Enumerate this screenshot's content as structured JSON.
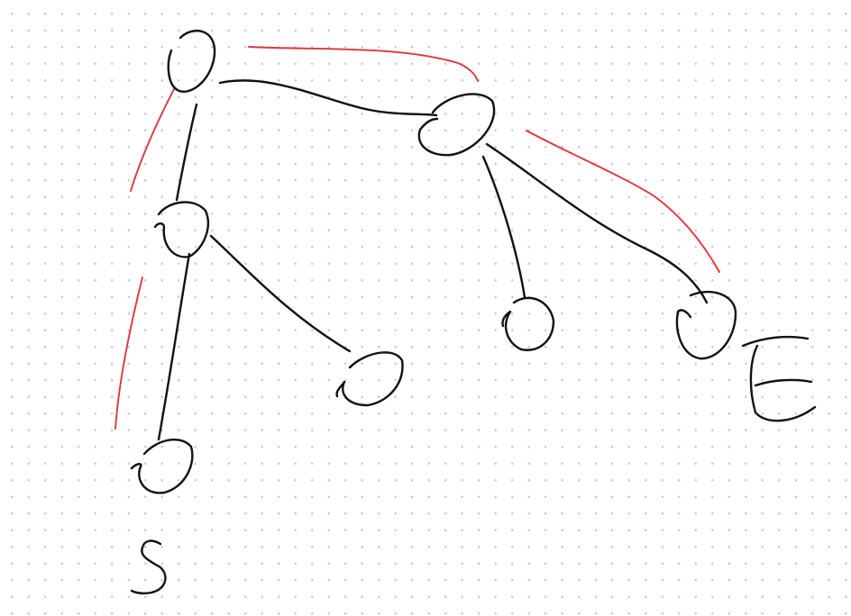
{
  "diagram": {
    "colors": {
      "background": "#ffffff",
      "grid_dot": "#c9c9c9",
      "ink": "#111111",
      "highlight": "#e0353f"
    },
    "nodes": [
      {
        "id": "root"
      },
      {
        "id": "right-child"
      },
      {
        "id": "left-child"
      },
      {
        "id": "left-left-leaf"
      },
      {
        "id": "left-right-leaf"
      },
      {
        "id": "right-left-leaf"
      },
      {
        "id": "right-right-leaf"
      }
    ],
    "edges": [
      {
        "from": "root",
        "to": "right-child"
      },
      {
        "from": "root",
        "to": "left-child"
      },
      {
        "from": "left-child",
        "to": "left-left-leaf"
      },
      {
        "from": "left-child",
        "to": "left-right-leaf"
      },
      {
        "from": "right-child",
        "to": "right-left-leaf"
      },
      {
        "from": "right-child",
        "to": "right-right-leaf"
      }
    ],
    "highlighted_path": [
      "left-left-leaf",
      "left-child",
      "root",
      "right-child",
      "right-right-leaf"
    ],
    "labels": {
      "start": "S",
      "end": "E"
    }
  }
}
